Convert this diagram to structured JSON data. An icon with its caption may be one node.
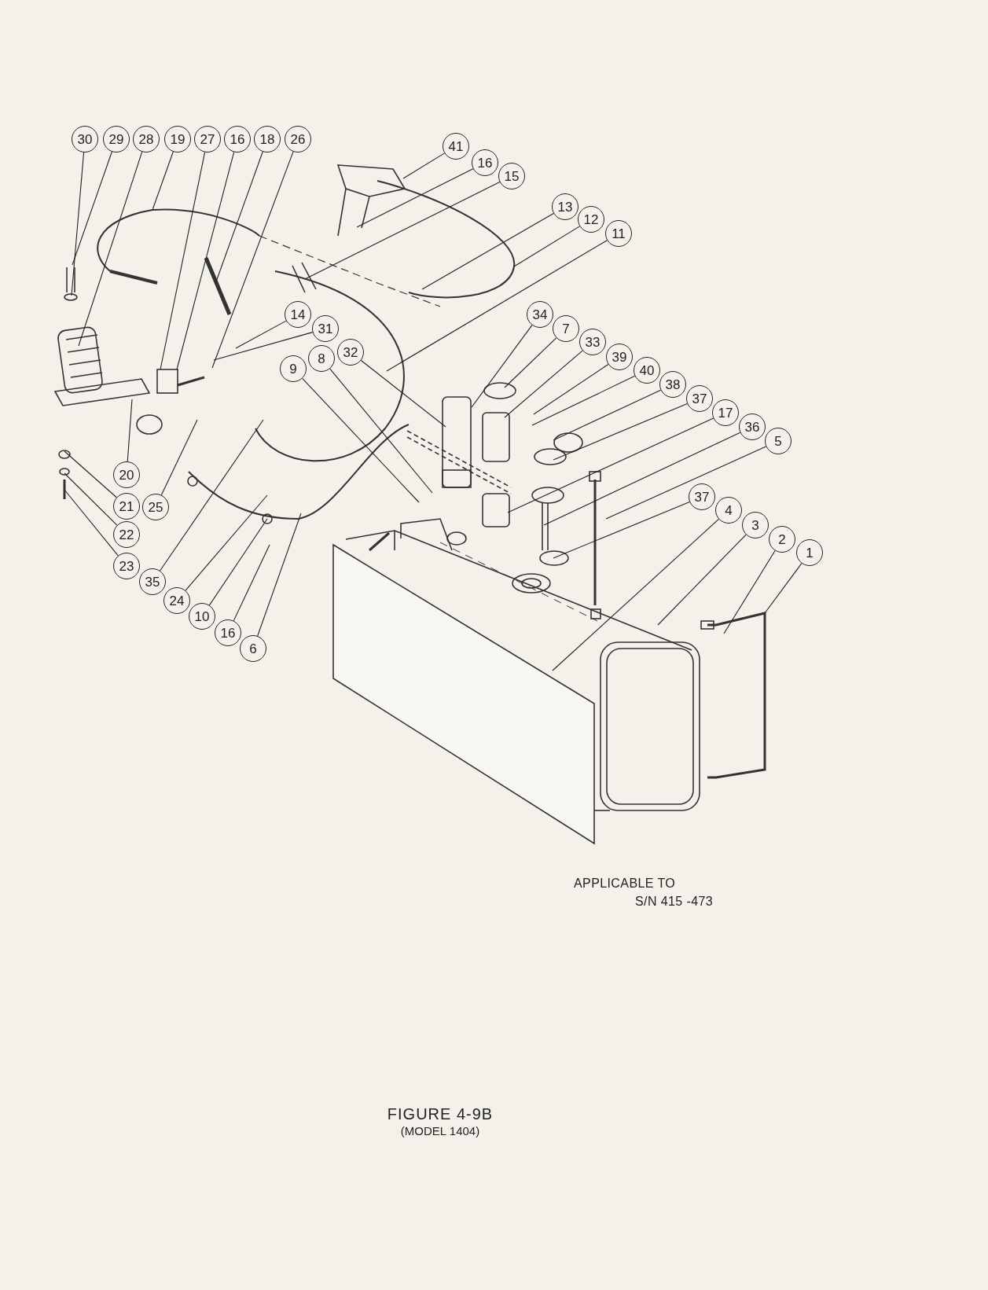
{
  "diagram": {
    "title": "FIGURE 4-9B",
    "caption": "(MODEL 1404)",
    "nodes": [
      {
        "text": [
          "30"
        ]
      },
      {
        "text": [
          "29"
        ]
      },
      {
        "text": [
          "28"
        ]
      },
      {
        "text": [
          "19"
        ]
      },
      {
        "text": [
          "27"
        ]
      },
      {
        "text": [
          "16"
        ]
      },
      {
        "text": [
          "18"
        ]
      },
      {
        "text": [
          "26"
        ]
      },
      {
        "text": [
          "41"
        ]
      },
      {
        "text": [
          "16"
        ]
      },
      {
        "text": [
          "15"
        ]
      },
      {
        "text": [
          "13"
        ]
      },
      {
        "text": [
          "12"
        ]
      },
      {
        "text": [
          "11"
        ]
      },
      {
        "text": [
          "14"
        ]
      },
      {
        "text": [
          "31"
        ]
      },
      {
        "text": [
          "34"
        ]
      },
      {
        "text": [
          "7"
        ]
      },
      {
        "text": [
          "33"
        ]
      },
      {
        "text": [
          "39"
        ]
      },
      {
        "text": [
          "40"
        ]
      },
      {
        "text": [
          "38"
        ]
      },
      {
        "text": [
          "37"
        ]
      },
      {
        "text": [
          "17"
        ]
      },
      {
        "text": [
          "36"
        ]
      },
      {
        "text": [
          "5"
        ]
      },
      {
        "text": [
          "32"
        ]
      },
      {
        "text": [
          "8"
        ]
      },
      {
        "text": [
          "9"
        ]
      },
      {
        "text": [
          "37"
        ]
      },
      {
        "text": [
          "4"
        ]
      },
      {
        "text": [
          "3"
        ]
      },
      {
        "text": [
          "2"
        ]
      },
      {
        "text": [
          "1"
        ]
      },
      {
        "text": [
          "20"
        ]
      },
      {
        "text": [
          "21"
        ]
      },
      {
        "text": [
          "25"
        ]
      },
      {
        "text": [
          "22"
        ]
      },
      {
        "text": [
          "23"
        ]
      },
      {
        "text": [
          "35"
        ]
      },
      {
        "text": [
          "24"
        ]
      },
      {
        "text": [
          "10"
        ]
      },
      {
        "text": [
          "16"
        ]
      },
      {
        "text": [
          "6"
        ]
      }
    ],
    "edges": [
      {
        "from": 0,
        "to": null,
        "arrow": "none"
      },
      {
        "from": 1,
        "to": null,
        "arrow": "none"
      },
      {
        "from": 2,
        "to": null,
        "arrow": "none"
      },
      {
        "from": 3,
        "to": null,
        "arrow": "none"
      },
      {
        "from": 4,
        "to": null,
        "arrow": "none"
      },
      {
        "from": 5,
        "to": null,
        "arrow": "none"
      },
      {
        "from": 6,
        "to": null,
        "arrow": "none"
      },
      {
        "from": 7,
        "to": null,
        "arrow": "none"
      },
      {
        "from": 8,
        "to": null,
        "arrow": "none"
      },
      {
        "from": 9,
        "to": null,
        "arrow": "none"
      },
      {
        "from": 10,
        "to": null,
        "arrow": "none"
      },
      {
        "from": 11,
        "to": null,
        "arrow": "none"
      },
      {
        "from": 12,
        "to": null,
        "arrow": "none"
      },
      {
        "from": 13,
        "to": null,
        "arrow": "none"
      },
      {
        "from": 14,
        "to": null,
        "arrow": "none"
      },
      {
        "from": 15,
        "to": null,
        "arrow": "none"
      },
      {
        "from": 16,
        "to": null,
        "arrow": "none"
      },
      {
        "from": 17,
        "to": null,
        "arrow": "none"
      },
      {
        "from": 18,
        "to": null,
        "arrow": "none"
      },
      {
        "from": 19,
        "to": null,
        "arrow": "none"
      },
      {
        "from": 20,
        "to": null,
        "arrow": "none"
      },
      {
        "from": 21,
        "to": null,
        "arrow": "none"
      },
      {
        "from": 22,
        "to": null,
        "arrow": "none"
      },
      {
        "from": 23,
        "to": null,
        "arrow": "none"
      },
      {
        "from": 24,
        "to": null,
        "arrow": "none"
      },
      {
        "from": 25,
        "to": null,
        "arrow": "none"
      },
      {
        "from": 26,
        "to": null,
        "arrow": "none"
      },
      {
        "from": 27,
        "to": null,
        "arrow": "none"
      },
      {
        "from": 28,
        "to": null,
        "arrow": "none"
      },
      {
        "from": 29,
        "to": null,
        "arrow": "none"
      },
      {
        "from": 30,
        "to": null,
        "arrow": "none"
      },
      {
        "from": 31,
        "to": null,
        "arrow": "none"
      },
      {
        "from": 32,
        "to": null,
        "arrow": "none"
      },
      {
        "from": 33,
        "to": null,
        "arrow": "none"
      },
      {
        "from": 34,
        "to": null,
        "arrow": "none"
      },
      {
        "from": 35,
        "to": null,
        "arrow": "none"
      },
      {
        "from": 36,
        "to": null,
        "arrow": "none"
      },
      {
        "from": 37,
        "to": null,
        "arrow": "none"
      },
      {
        "from": 38,
        "to": null,
        "arrow": "none"
      },
      {
        "from": 39,
        "to": null,
        "arrow": "none"
      },
      {
        "from": 40,
        "to": null,
        "arrow": "none"
      },
      {
        "from": 41,
        "to": null,
        "arrow": "none"
      },
      {
        "from": 42,
        "to": null,
        "arrow": "none"
      },
      {
        "from": 43,
        "to": null,
        "arrow": "none"
      }
    ],
    "labels": [
      "APPLICABLE TO",
      "S/N 415 -473"
    ]
  }
}
